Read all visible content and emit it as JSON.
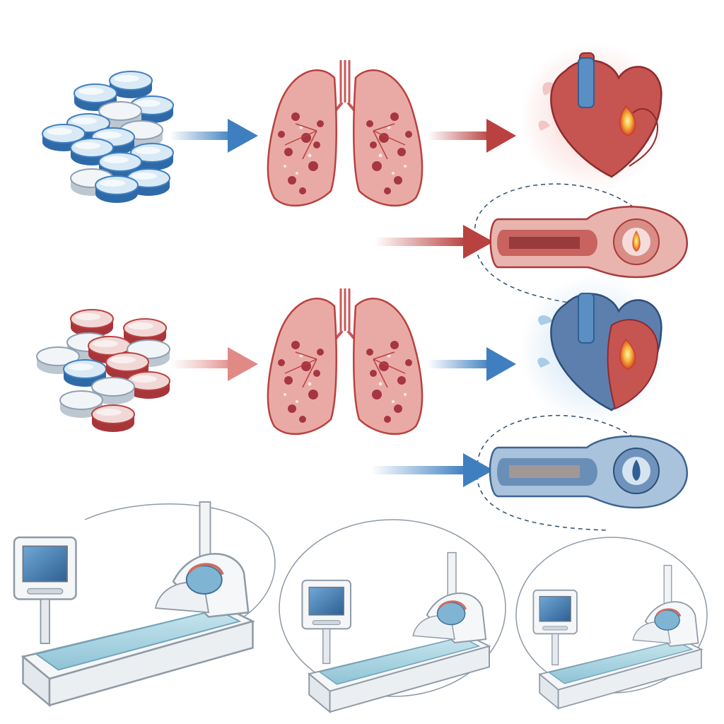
{
  "palette": {
    "blue": "#3f7fc0",
    "blue_light": "#a9cce8",
    "red": "#b9413f",
    "red_light": "#e7a9a6",
    "organ": "#c9575a",
    "lung_fill": "#e9aaa6",
    "vessel_blue": "#4f79a8",
    "bed_line": "#8f9aa6",
    "blanket": "#a9d3e1"
  },
  "pathways": [
    {
      "id": "pathway-1",
      "pill_color": "blue",
      "arrow_in_color": "blue",
      "arrow_out_color": "red",
      "heart_tint": "red",
      "vessel_tint": "red",
      "vessel_flame": "red-flame-icon"
    },
    {
      "id": "pathway-2",
      "pill_color": "red-and-white",
      "arrow_in_color": "red",
      "arrow_out_color": "blue",
      "heart_tint": "blue",
      "vessel_tint": "blue",
      "vessel_flame": "blue-drop-icon"
    }
  ],
  "icons": [
    "pill-icon",
    "lungs-icon",
    "arrow-icon",
    "heart-icon",
    "flame-icon",
    "blood-vessel-icon",
    "hospital-bed-icon",
    "patient-monitor-icon",
    "oxygen-mask-icon"
  ]
}
